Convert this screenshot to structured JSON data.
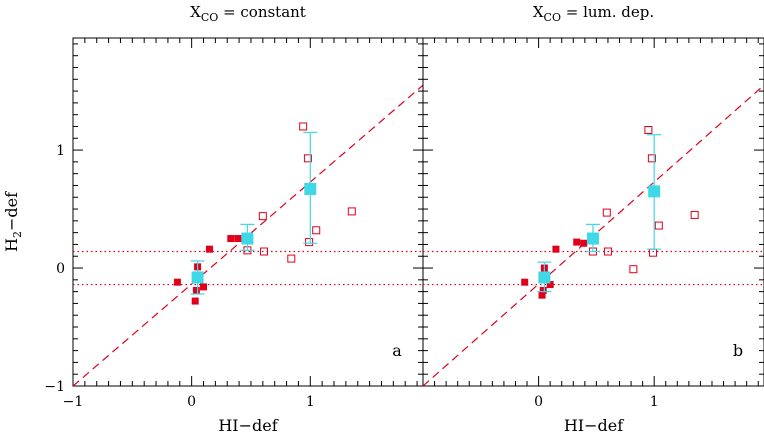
{
  "chart_data": [
    {
      "type": "scatter",
      "title_main": "X",
      "title_sub": "CO",
      "title_rest": " = constant",
      "panel_label": "a",
      "xlabel": "HI−def",
      "ylabel_main": "H",
      "ylabel_sub": "2",
      "ylabel_rest": "−def",
      "xlim": [
        -1,
        1.95
      ],
      "ylim": [
        -1,
        1.95
      ],
      "x_ticks": [
        {
          "value": -1,
          "label": "−1"
        },
        {
          "value": 0,
          "label": "0"
        },
        {
          "value": 1,
          "label": "1"
        }
      ],
      "y_ticks": [
        {
          "value": -1,
          "label": "−1"
        },
        {
          "value": 0,
          "label": "0"
        },
        {
          "value": 1,
          "label": "1"
        }
      ],
      "filled_points": [
        {
          "x": -0.12,
          "y": -0.12
        },
        {
          "x": 0.05,
          "y": 0.01
        },
        {
          "x": 0.04,
          "y": -0.19
        },
        {
          "x": 0.03,
          "y": -0.28
        },
        {
          "x": 0.1,
          "y": -0.16
        },
        {
          "x": 0.15,
          "y": 0.16
        },
        {
          "x": 0.33,
          "y": 0.25
        },
        {
          "x": 0.39,
          "y": 0.25
        }
      ],
      "open_points": [
        {
          "x": 0.47,
          "y": 0.15
        },
        {
          "x": 0.6,
          "y": 0.44
        },
        {
          "x": 0.61,
          "y": 0.14
        },
        {
          "x": 0.84,
          "y": 0.08
        },
        {
          "x": 0.94,
          "y": 1.2
        },
        {
          "x": 0.98,
          "y": 0.93
        },
        {
          "x": 0.99,
          "y": 0.22
        },
        {
          "x": 1.05,
          "y": 0.32
        },
        {
          "x": 1.35,
          "y": 0.48
        }
      ],
      "binned_means": [
        {
          "x": 0.05,
          "y": -0.08,
          "err_low": 0.14,
          "err_high": 0.14
        },
        {
          "x": 0.47,
          "y": 0.25,
          "err_low": 0.1,
          "err_high": 0.12
        },
        {
          "x": 1.0,
          "y": 0.67,
          "err_low": 0.46,
          "err_high": 0.48
        }
      ],
      "diagonal_line": {
        "x1": -1.0,
        "y1": -1.0,
        "x2": 1.95,
        "y2": 1.55
      },
      "dotted_lines_y": [
        0.14,
        -0.14
      ]
    },
    {
      "type": "scatter",
      "title_main": "X",
      "title_sub": "CO",
      "title_rest": " = lum. dep.",
      "panel_label": "b",
      "xlabel": "HI−def",
      "xlim": [
        -1,
        1.95
      ],
      "ylim": [
        -1,
        1.95
      ],
      "x_ticks": [
        {
          "value": 0,
          "label": "0"
        },
        {
          "value": 1,
          "label": "1"
        }
      ],
      "filled_points": [
        {
          "x": -0.12,
          "y": -0.12
        },
        {
          "x": 0.05,
          "y": 0.0
        },
        {
          "x": 0.04,
          "y": -0.19
        },
        {
          "x": 0.03,
          "y": -0.23
        },
        {
          "x": 0.1,
          "y": -0.14
        },
        {
          "x": 0.15,
          "y": 0.16
        },
        {
          "x": 0.33,
          "y": 0.22
        },
        {
          "x": 0.39,
          "y": 0.21
        }
      ],
      "open_points": [
        {
          "x": 0.47,
          "y": 0.14
        },
        {
          "x": 0.59,
          "y": 0.47
        },
        {
          "x": 0.6,
          "y": 0.14
        },
        {
          "x": 0.82,
          "y": -0.01
        },
        {
          "x": 0.95,
          "y": 1.17
        },
        {
          "x": 0.98,
          "y": 0.93
        },
        {
          "x": 0.99,
          "y": 0.13
        },
        {
          "x": 1.04,
          "y": 0.36
        },
        {
          "x": 1.35,
          "y": 0.45
        }
      ],
      "binned_means": [
        {
          "x": 0.05,
          "y": -0.08,
          "err_low": 0.12,
          "err_high": 0.13
        },
        {
          "x": 0.47,
          "y": 0.25,
          "err_low": 0.11,
          "err_high": 0.12
        },
        {
          "x": 1.0,
          "y": 0.65,
          "err_low": 0.49,
          "err_high": 0.48
        }
      ],
      "diagonal_line": {
        "x1": -1.0,
        "y1": -1.0,
        "x2": 1.95,
        "y2": 1.55
      },
      "dotted_lines_y": [
        0.14,
        -0.14
      ]
    }
  ],
  "colors": {
    "points": "#e0001b",
    "means": "#3fd8e6",
    "axes": "#000000"
  }
}
